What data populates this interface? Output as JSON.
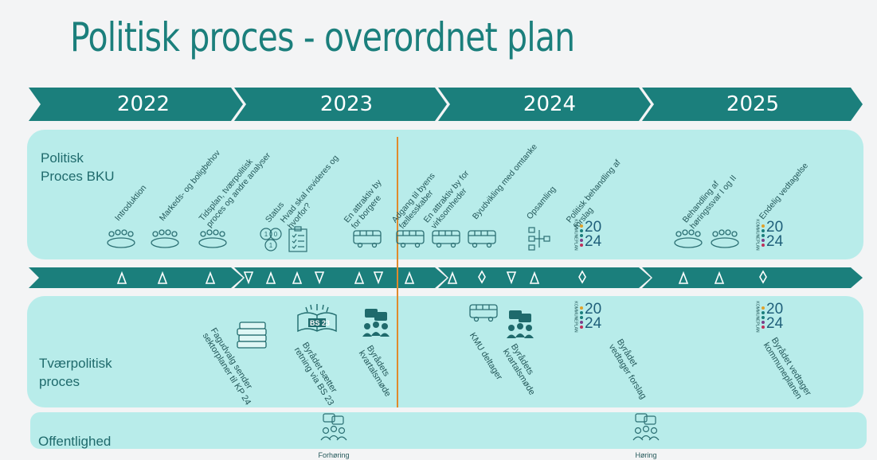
{
  "title": "Politisk proces - overordnet plan",
  "years": [
    "2022",
    "2023",
    "2024",
    "2025"
  ],
  "lanes": {
    "political": "Politisk\nProces BKU",
    "crosspolitical": "Tværpolitisk\nproces",
    "public": "Offentlighed"
  },
  "political_steps": [
    "Introduktion",
    "Markeds- og boligbehov",
    "Tidsplan, tværpolitisk\nproces og andre analyser",
    "Status",
    "Hvad skal revideres og\nhvorfor?",
    "En attraktiv by\nfor borgere",
    "Adgang til byens\nfællesskaber",
    "En attraktiv by for\nvirksomheder",
    "Byudvikling med omtanke",
    "Opsamling",
    "Politisk behandling af\nforslag",
    "Behandling af\nhøringssvar I og II",
    "Endelig vedtagelse"
  ],
  "cross_steps": [
    "Fagudvalg sender\nsektorplaner til KP 24",
    "Byrådet sætter\nretning via BS 23",
    "Byrådets\nkvartalsmøde",
    "KMU deltager",
    "Byrådets\nkvartalsmøde",
    "Byrådet\nvedtager forslag",
    "Byrådet vedtager\nkommuneplanen"
  ],
  "public_steps": [
    "Forhøring",
    "Høring"
  ],
  "logo": {
    "top": "20",
    "bottom": "24",
    "side": "KOMMUNEPLAN",
    "badge": "BS 23"
  },
  "icons": {
    "meeting": "meeting-table-icon",
    "bus": "bus-icon",
    "status": "status-circles-icon",
    "checklist": "checklist-icon",
    "flow": "flowchart-icon",
    "books": "books-icon",
    "openbook": "open-book-icon",
    "discussion": "discussion-group-icon"
  },
  "colors": {
    "teal": "#1b7f7c",
    "panel": "#b8ecea",
    "text": "#24585a",
    "divider": "#e08a2c"
  }
}
